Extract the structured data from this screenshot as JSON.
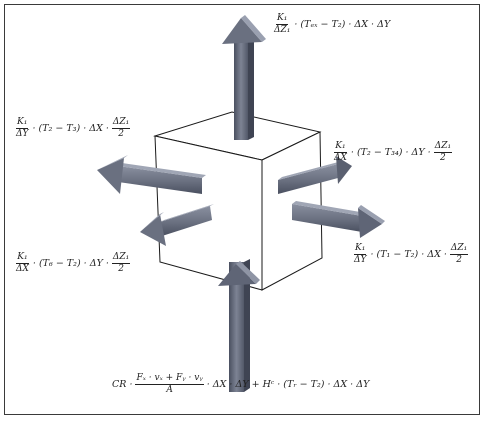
{
  "equations": {
    "top": {
      "frac_num": "K₁",
      "frac_den": "ΔZ₁",
      "rest": "· (Tₑₓ − T₂) · ΔX · ΔY"
    },
    "upper_left": {
      "frac1_num": "K₁",
      "frac1_den": "ΔY",
      "middle": "· (T₂ − T₃) · ΔX ·",
      "frac2_num": "ΔZ₁",
      "frac2_den": "2"
    },
    "upper_right": {
      "frac1_num": "K₁",
      "frac1_den": "ΔX",
      "middle": "· (T₂ − T₃₄) · ΔY ·",
      "frac2_num": "ΔZ₁",
      "frac2_den": "2"
    },
    "lower_right": {
      "frac1_num": "K₁",
      "frac1_den": "ΔY",
      "middle": "· (T₁ − T₂) · ΔX ·",
      "frac2_num": "ΔZ₁",
      "frac2_den": "2"
    },
    "lower_left": {
      "frac1_num": "K₁",
      "frac1_den": "ΔX",
      "middle": "· (T₆ − T₂) · ΔY ·",
      "frac2_num": "ΔZ₁",
      "frac2_den": "2"
    },
    "bottom": {
      "prefix": "CR ·",
      "frac_num": "Fₓ · vₓ + Fᵧ · vᵧ",
      "frac_den": "A",
      "rest": "· ΔX · ΔY + Hᶜ · (Tᵣ − T₂) · ΔX · ΔY"
    }
  },
  "colors": {
    "arrow_front": "#6d7385",
    "arrow_side": "#4a5060",
    "arrow_top": "#9aa0b0",
    "cube_line": "#1a1a1a"
  }
}
